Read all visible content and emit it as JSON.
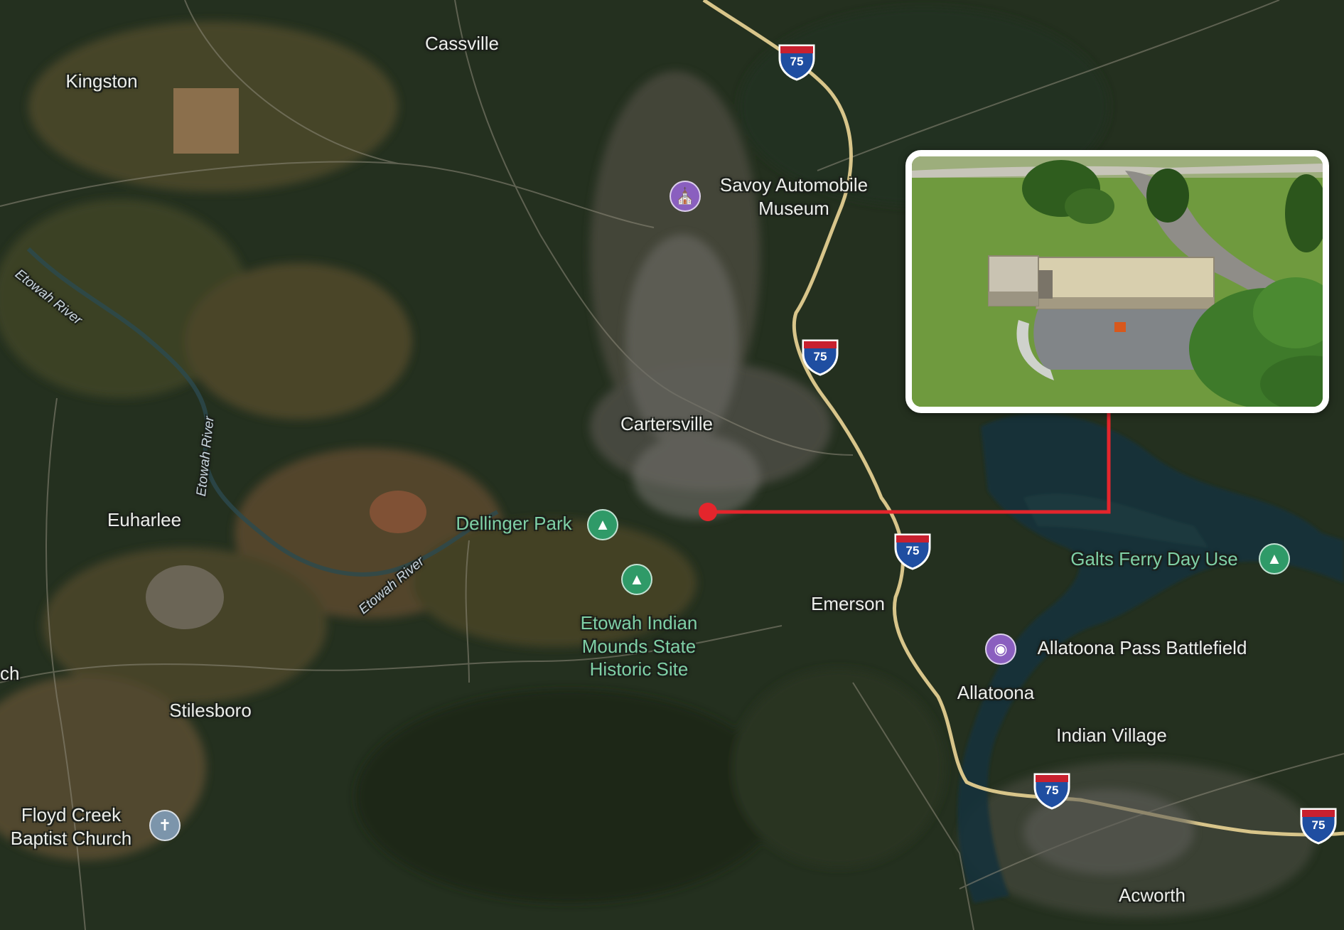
{
  "map": {
    "labels": {
      "cassville": "Cassville",
      "kingston": "Kingston",
      "savoy": "Savoy Automobile\nMuseum",
      "cartersville": "Cartersville",
      "euharlee": "Euharlee",
      "dellinger_park": "Dellinger Park",
      "etowah_mounds": "Etowah Indian\nMounds State\nHistoric Site",
      "emerson": "Emerson",
      "galts_ferry": "Galts Ferry Day Use",
      "allatoona_pass": "Allatoona Pass Battlefield",
      "allatoona": "Allatoona",
      "indian_village": "Indian Village",
      "stilesboro": "Stilesboro",
      "floyd_creek": "Floyd Creek\nBaptist Church",
      "acworth": "Acworth",
      "ch_partial": "ch",
      "etowah_river": "Etowah River"
    },
    "interstate_number": "75",
    "icons": {
      "park": "park-tree-icon",
      "museum": "museum-icon",
      "camera": "camera-attraction-icon",
      "church": "church-cross-icon",
      "interstate": "interstate-shield-icon",
      "marker": "location-marker-dot"
    },
    "colors": {
      "marker_red": "#e4252c",
      "park_label": "#7fd0a6",
      "interstate_blue": "#1f4ea1",
      "interstate_red": "#c8202f",
      "highway": "#d8c58a"
    }
  },
  "inset": {
    "subject": "aerial photo of facility"
  }
}
